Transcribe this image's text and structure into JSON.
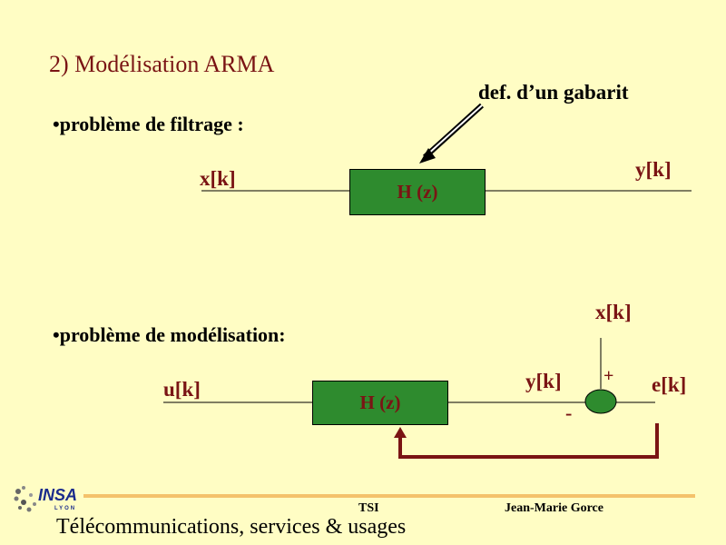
{
  "title": "2) Modélisation ARMA",
  "section1": {
    "bullet": "•problème de filtrage :",
    "annotation": "def. d’un gabarit",
    "input_label": "x[k]",
    "output_label": "y[k]",
    "block_label": "H (z)"
  },
  "section2": {
    "bullet": "•problème de modélisation:",
    "input_label": "u[k]",
    "block_label": "H (z)",
    "y_label": "y[k]",
    "x_label": "x[k]",
    "e_label": "e[k]",
    "plus_sign": "+",
    "minus_sign": "-"
  },
  "footer": {
    "logo_text": "INSA",
    "logo_sub": "LYON",
    "center": "TSI",
    "author": "Jean-Marie Gorce",
    "tagline": "Télécommunications, services & usages"
  },
  "colors": {
    "background": "#fffdc4",
    "accent": "#7a1414",
    "block": "#2e8b2e",
    "footer_line": "#f4c26b"
  }
}
